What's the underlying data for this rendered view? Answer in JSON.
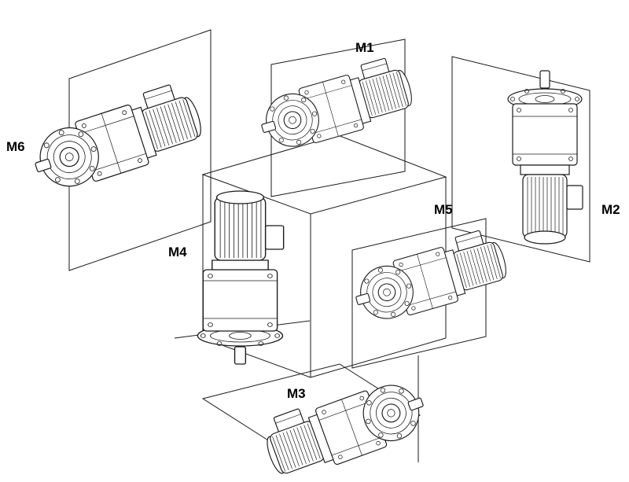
{
  "page": {
    "background": "#ffffff"
  },
  "colors": {
    "line": "#1a1a1a",
    "label": "#000000"
  },
  "labels": {
    "m1": "M1",
    "m2": "M2",
    "m3": "M3",
    "m4": "M4",
    "m5": "M5",
    "m6": "M6"
  }
}
